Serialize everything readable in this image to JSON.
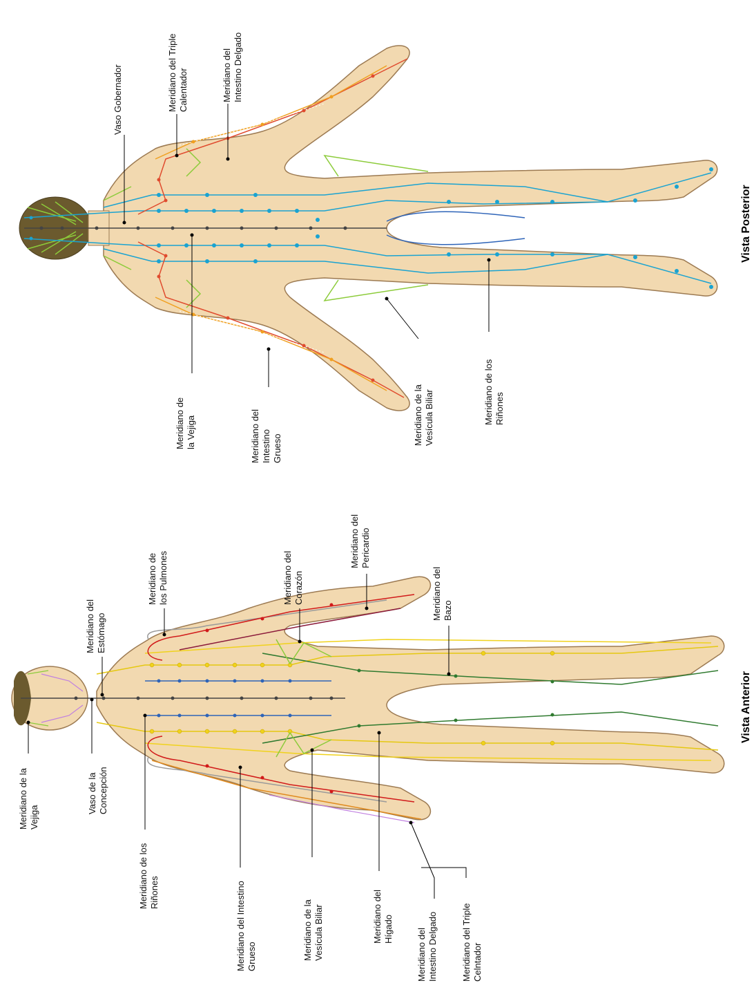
{
  "colors": {
    "skin": "#f2d9b0",
    "skin_outline": "#9c7a52",
    "hair": "#6b5a2e",
    "vejiga": "#1aa3d1",
    "rinones": "#2e64b8",
    "estomago": "#e5c810",
    "bazo": "#f0d21c",
    "higado": "#2f7a2f",
    "vesicula": "#8ccb3a",
    "corazon": "#d11a1a",
    "pericardio": "#8b1a3a",
    "pulmones": "#9a9a9a",
    "intestino_grueso": "#e08a1e",
    "intestino_delgado": "#e04b2e",
    "triple": "#f0a020",
    "vasos": "#444444",
    "leader": "#000000"
  },
  "anterior": {
    "title": "Vista Anterior",
    "labels": {
      "vejiga": [
        "Meridiano de la",
        "Vejiga"
      ],
      "concepcion": [
        "Vaso de la",
        "Concepción"
      ],
      "rinones": [
        "Meridiano de los",
        "Riñones"
      ],
      "intestino_grueso": [
        "Meridiano del Intestino",
        "Grueso"
      ],
      "vesicula": [
        "Meridiano de la",
        "Vesícula Biliar"
      ],
      "higado": [
        "Meridiano del",
        "Hígado"
      ],
      "intestino_delgado": [
        "Meridiano del",
        "Intestino Delgado"
      ],
      "triple": [
        "Meridiano del Triple",
        "Celntador"
      ],
      "estomago": [
        "Meridiano del",
        "Estómago"
      ],
      "pulmones": [
        "Meridiano de",
        "los Pulmones"
      ],
      "corazon": [
        "Meridiano del",
        "Corazón"
      ],
      "pericardio": [
        "Meridiano del",
        "Pericardio"
      ],
      "bazo": [
        "Meridiano del",
        "Bazo"
      ]
    }
  },
  "posterior": {
    "title": "Vista Posterior",
    "labels": {
      "gobernador": [
        "Vaso Gobernador"
      ],
      "triple": [
        "Meridiano del Triple",
        "Calentador"
      ],
      "intestino_delgado": [
        "Meridiano del",
        "Intestino Delgado"
      ],
      "vejiga": [
        "Meridiano de",
        "la Vejiga"
      ],
      "intestino_grueso": [
        "Meridiano del",
        "Intestino",
        "Grueso"
      ],
      "vesicula": [
        "Meridiano de la",
        "Vesícula Biliar"
      ],
      "rinones": [
        "Meridiano de los",
        "Riñones"
      ]
    }
  }
}
